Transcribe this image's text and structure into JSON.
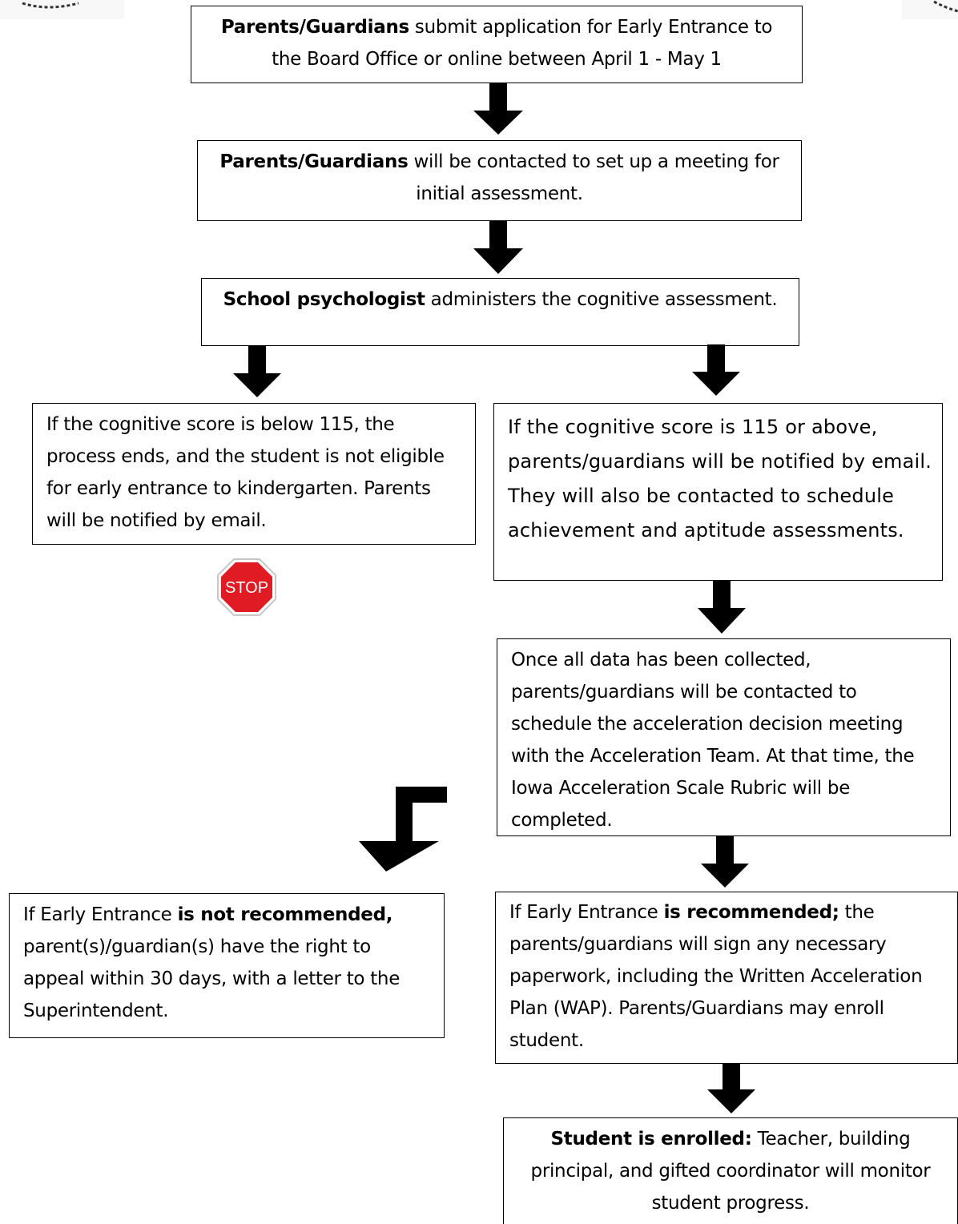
{
  "flow": {
    "step1": {
      "bold": "Parents/Guardians",
      "text": " submit application for Early Entrance to the Board Office or online between April 1 - May 1"
    },
    "step2": {
      "bold": "Parents/Guardians",
      "text": " will be contacted to set up a meeting for initial assessment."
    },
    "step3": {
      "bold": "School psychologist",
      "text": " administers the cognitive assessment."
    },
    "below_115": {
      "text": "If the cognitive score is below 115, the process ends, and the student is not eligible for early entrance to kindergarten. Parents will be notified by email."
    },
    "stop_sign": {
      "text": "STOP",
      "color": "#e01b24"
    },
    "above_115": {
      "text": "If the cognitive score is 115 or above, parents/guardians will be notified by email. They will also be contacted to schedule achievement and aptitude assessments."
    },
    "data_collected": {
      "text": "Once all data has been collected, parents/guardians will be contacted to schedule the acceleration decision meeting with the Acceleration Team. At that time, the Iowa Acceleration Scale Rubric will be completed."
    },
    "not_recommended": {
      "pre": "If Early Entrance ",
      "bold": "is not recommended,",
      "text": " parent(s)/guardian(s) have the right to appeal within 30 days, with a letter to the Superintendent."
    },
    "recommended": {
      "pre": "If Early Entrance ",
      "bold": "is recommended;",
      "text": " the parents/guardians will sign any necessary paperwork, including the Written Acceleration Plan (WAP). Parents/Guardians may enroll student."
    },
    "enrolled": {
      "bold": "Student is enrolled:",
      "text": " Teacher, building principal, and gifted coordinator will monitor student progress."
    }
  }
}
